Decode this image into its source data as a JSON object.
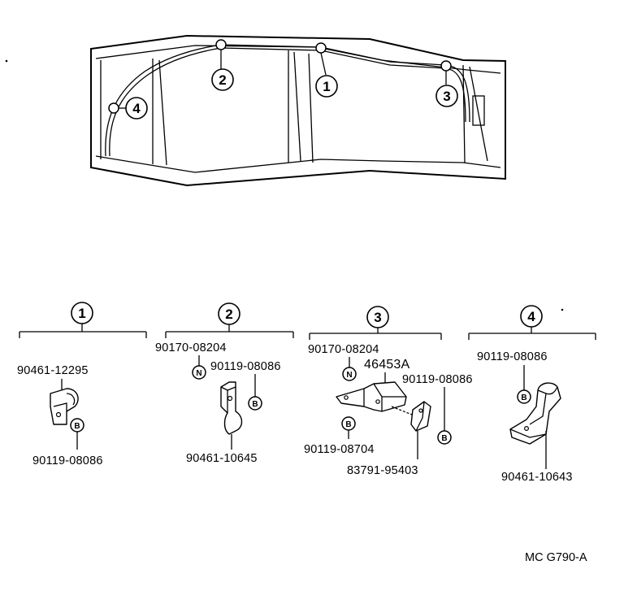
{
  "callouts": {
    "c1": "1",
    "c2": "2",
    "c3": "3",
    "c4": "4"
  },
  "groups": {
    "g1": {
      "number": "1",
      "labels": {
        "clamp": "90461-12295",
        "bolt": "90119-08086"
      },
      "badges": {
        "bolt": "B"
      }
    },
    "g2": {
      "number": "2",
      "labels": {
        "nut": "90170-08204",
        "bolt": "90119-08086",
        "clamp": "90461-10645"
      },
      "badges": {
        "nut": "N",
        "bolt": "B"
      }
    },
    "g3": {
      "number": "3",
      "labels": {
        "nut": "90170-08204",
        "bracket": "46453A",
        "bolt_right": "90119-08086",
        "bolt_left": "90119-08704",
        "clip": "83791-95403"
      },
      "badges": {
        "nut": "N",
        "bolt_left": "B",
        "bolt_right": "B"
      }
    },
    "g4": {
      "number": "4",
      "labels": {
        "bolt": "90119-08086",
        "clamp": "90461-10643"
      },
      "badges": {
        "bolt": "B"
      }
    }
  },
  "reference": "MC G790-A"
}
